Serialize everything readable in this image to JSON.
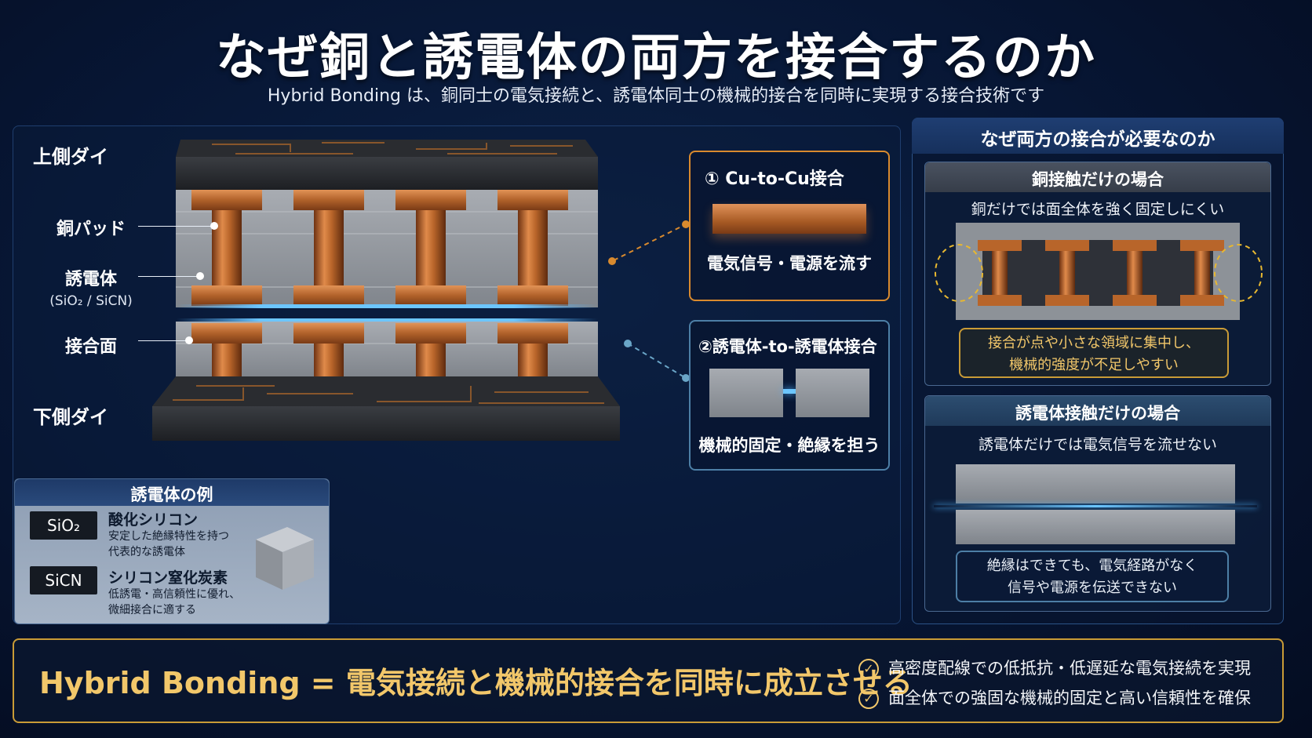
{
  "title": "なぜ銅と誘電体の両方を接合するのか",
  "subtitle": "Hybrid Bonding は、銅同士の電気接続と、誘電体同士の機械的接合を同時に実現する接合技術です",
  "diagram": {
    "top_die": "上側ダイ",
    "bottom_die": "下側ダイ",
    "copper_pad": "銅パッド",
    "dielectric": "誘電体",
    "dielectric_materials": "(SiO₂ / SiCN)",
    "bond_interface": "接合面"
  },
  "callouts": {
    "cu": {
      "title": "① Cu-to-Cu接合",
      "text": "電気信号・電源を流す"
    },
    "dielectric": {
      "title": "②誘電体-to-誘電体接合",
      "text": "機械的固定・絶縁を担う"
    }
  },
  "examples": {
    "title": "誘電体の例",
    "items": [
      {
        "chip": "SiO₂",
        "name": "酸化シリコン",
        "desc1": "安定した絶縁特性を持つ",
        "desc2": "代表的な誘電体"
      },
      {
        "chip": "SiCN",
        "name": "シリコン窒化炭素",
        "desc1": "低誘電・高信頼性に優れ、",
        "desc2": "微細接合に適する"
      }
    ]
  },
  "right": {
    "title": "なぜ両方の接合が必要なのか",
    "copper_only": {
      "title": "銅接触だけの場合",
      "sub": "銅だけでは面全体を強く固定しにくい",
      "note1": "接合が点や小さな領域に集中し、",
      "note2": "機械的強度が不足しやすい"
    },
    "dielectric_only": {
      "title": "誘電体接触だけの場合",
      "sub": "誘電体だけでは電気信号を流せない",
      "note1": "絶縁はできても、電気経路がなく",
      "note2": "信号や電源を伝送できない"
    }
  },
  "bottom": {
    "main": "Hybrid Bonding = 電気接続と機械的接合を同時に成立させる",
    "checks": [
      "高密度配線での低抵抗・低遅延な電気接続を実現",
      "面全体での強固な機械的固定と高い信頼性を確保"
    ],
    "check_icon": "✓"
  },
  "colors": {
    "copper": "#b8652a",
    "dielectric": "#9a9ea4",
    "gold": "#f2c76a",
    "glow": "#4fb2ff"
  }
}
